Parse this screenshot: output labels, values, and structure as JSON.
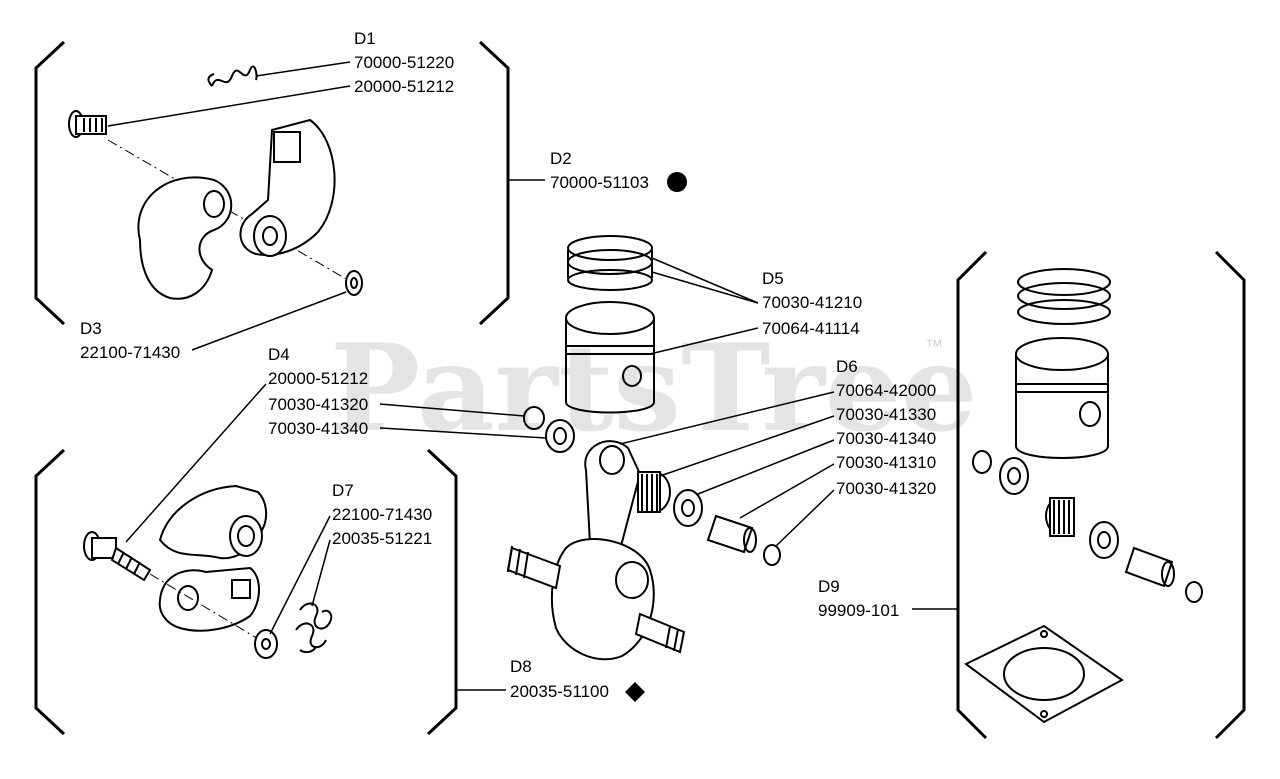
{
  "watermark": {
    "brand": "PartsTree",
    "trademark": "™"
  },
  "groups": {
    "d1": {
      "id": "D1",
      "parts": [
        "70000-51220",
        "20000-51212"
      ]
    },
    "d2": {
      "id": "D2",
      "part": "70000-51103"
    },
    "d3": {
      "id": "D3",
      "part": "22100-71430"
    },
    "d4": {
      "id": "D4",
      "parts": [
        "20000-51212",
        "70030-41320",
        "70030-41340"
      ]
    },
    "d5": {
      "id": "D5",
      "parts": [
        "70030-41210",
        "70064-41114"
      ]
    },
    "d6": {
      "id": "D6",
      "parts": [
        "70064-42000",
        "70030-41330",
        "70030-41340",
        "70030-41310",
        "70030-41320"
      ]
    },
    "d7": {
      "id": "D7",
      "parts": [
        "22100-71430",
        "20035-51221"
      ]
    },
    "d8": {
      "id": "D8",
      "part": "20035-51100"
    },
    "d9": {
      "id": "D9",
      "part": "99909-101"
    }
  },
  "symbols": {
    "d2": "filled-circle",
    "d8": "filled-diamond"
  }
}
